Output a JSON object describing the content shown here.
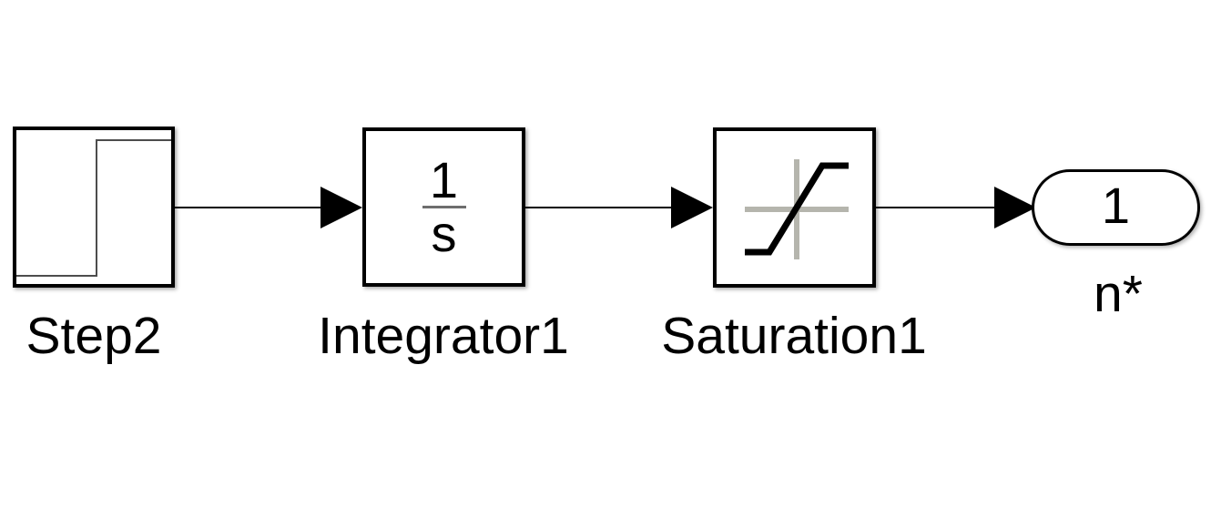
{
  "diagram": {
    "type": "simulink-block-diagram",
    "blocks": [
      {
        "type": "Step",
        "label": "Step2"
      },
      {
        "type": "Integrator",
        "label": "Integrator1",
        "numerator": "1",
        "denominator": "s"
      },
      {
        "type": "Saturation",
        "label": "Saturation1"
      },
      {
        "type": "Outport",
        "label": "n*",
        "port_number": "1"
      }
    ],
    "connections": [
      {
        "from": "Step2",
        "to": "Integrator1"
      },
      {
        "from": "Integrator1",
        "to": "Saturation1"
      },
      {
        "from": "Saturation1",
        "to": "n*"
      }
    ],
    "colors": {
      "background": "#ffffff",
      "block_border": "#000000",
      "wire": "#000000",
      "icon_axes_gray": "#b5b5ad",
      "step_trace_gray": "#4d4d4d",
      "saturation_curve": "#000000",
      "fraction_bar": "#6e6e6e"
    }
  }
}
